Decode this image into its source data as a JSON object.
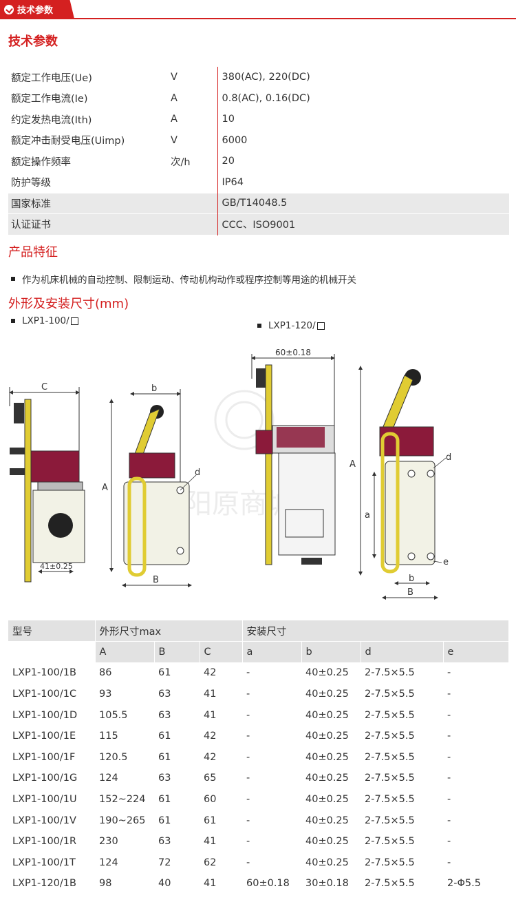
{
  "top_tab": {
    "label": "技术参数"
  },
  "sections": {
    "tech_params": "技术参数",
    "features": "产品特征",
    "dimensions": "外形及安装尺寸(mm)"
  },
  "spec_rows": [
    {
      "name": "额定工作电压(Ue)",
      "unit": "V",
      "value": "380(AC), 220(DC)",
      "shaded": false
    },
    {
      "name": "额定工作电流(Ie)",
      "unit": "A",
      "value": "0.8(AC), 0.16(DC)",
      "shaded": false
    },
    {
      "name": "约定发热电流(Ith)",
      "unit": "A",
      "value": "10",
      "shaded": false
    },
    {
      "name": "额定冲击耐受电压(Uimp)",
      "unit": "V",
      "value": "6000",
      "shaded": false
    },
    {
      "name": "额定操作频率",
      "unit": "次/h",
      "value": "20",
      "shaded": false
    },
    {
      "name": "防护等级",
      "unit": "",
      "value": "IP64",
      "shaded": false
    },
    {
      "name": "国家标准",
      "unit": "",
      "value": "GB/T14048.5",
      "shaded": true
    },
    {
      "name": "认证证书",
      "unit": "",
      "value": "CCC、ISO9001",
      "shaded": true
    }
  ],
  "feature_text": "作为机床机械的自动控制、限制运动、传动机构动作或程序控制等用途的机械开关",
  "models": {
    "left": "LXP1-100/",
    "right": "LXP1-120/"
  },
  "drawing_labels": {
    "c": "C",
    "b_small": "b",
    "a_big": "A",
    "b_big": "B",
    "d": "d",
    "dim_41": "41±0.25",
    "dim_60": "60±0.18",
    "r_a_big": "A",
    "r_a_small": "a",
    "r_d": "d",
    "r_e": "e",
    "r_b_small": "b",
    "r_b_big": "B",
    "watermark": "阳原商城"
  },
  "dim_table": {
    "header1": [
      "型号",
      "外形尺寸max",
      "安装尺寸"
    ],
    "header2": [
      "A",
      "B",
      "C",
      "a",
      "b",
      "d",
      "e"
    ],
    "rows": [
      [
        "LXP1-100/1B",
        "86",
        "61",
        "42",
        "-",
        "40±0.25",
        "2-7.5×5.5",
        "-"
      ],
      [
        "LXP1-100/1C",
        "93",
        "63",
        "41",
        "-",
        "40±0.25",
        "2-7.5×5.5",
        "-"
      ],
      [
        "LXP1-100/1D",
        "105.5",
        "63",
        "41",
        "-",
        "40±0.25",
        "2-7.5×5.5",
        "-"
      ],
      [
        "LXP1-100/1E",
        "115",
        "61",
        "42",
        "-",
        "40±0.25",
        "2-7.5×5.5",
        "-"
      ],
      [
        "LXP1-100/1F",
        "120.5",
        "61",
        "42",
        "-",
        "40±0.25",
        "2-7.5×5.5",
        "-"
      ],
      [
        "LXP1-100/1G",
        "124",
        "63",
        "65",
        "-",
        "40±0.25",
        "2-7.5×5.5",
        "-"
      ],
      [
        "LXP1-100/1U",
        "152~224",
        "61",
        "60",
        "-",
        "40±0.25",
        "2-7.5×5.5",
        "-"
      ],
      [
        "LXP1-100/1V",
        "190~265",
        "61",
        "61",
        "-",
        "40±0.25",
        "2-7.5×5.5",
        "-"
      ],
      [
        "LXP1-100/1R",
        "230",
        "63",
        "41",
        "-",
        "40±0.25",
        "2-7.5×5.5",
        "-"
      ],
      [
        "LXP1-100/1T",
        "124",
        "72",
        "62",
        "-",
        "40±0.25",
        "2-7.5×5.5",
        "-"
      ],
      [
        "LXP1-120/1B",
        "98",
        "40",
        "41",
        "60±0.18",
        "30±0.18",
        "2-7.5×5.5",
        "2-Φ5.5"
      ]
    ]
  }
}
